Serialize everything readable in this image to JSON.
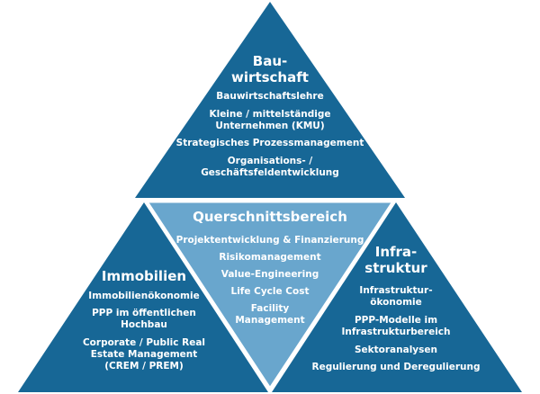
{
  "colors": {
    "dark": "#176796",
    "light": "#69a6cd",
    "background": "#ffffff"
  },
  "top": {
    "title": "Bau-\nwirtschaft",
    "items": [
      "Bauwirtschaftslehre",
      "Kleine / mittelständige\nUnternehmen (KMU)",
      "Strategisches Prozessmanagement",
      "Organisations- /\nGeschäftsfeldentwicklung"
    ]
  },
  "center": {
    "title": "Querschnittsbereich",
    "items": [
      "Projektentwicklung & Finanzierung",
      "Risikomanagement",
      "Value-Engineering",
      "Life Cycle Cost",
      "Facility\nManagement"
    ]
  },
  "left": {
    "title": "Immobilien",
    "items": [
      "Immobilienökonomie",
      "PPP im öffentlichen\nHochbau",
      "Corporate / Public Real\nEstate Management\n(CREM / PREM)"
    ]
  },
  "right": {
    "title": "Infra-\nstruktur",
    "items": [
      "Infrastruktur-\nökonomie",
      "PPP-Modelle im\nInfrastrukturbereich",
      "Sektoranalysen",
      "Regulierung und Deregulierung"
    ]
  }
}
